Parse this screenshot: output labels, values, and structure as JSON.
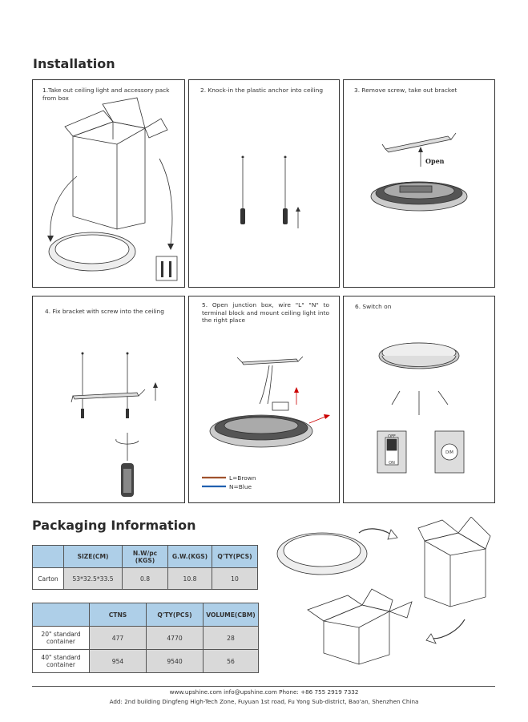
{
  "sections": {
    "installation_title": "Installation",
    "packaging_title": "Packaging Information"
  },
  "steps": [
    {
      "caption": "1.Take out ceiling light and accessory pack from box"
    },
    {
      "caption": "2. Knock-in the plastic anchor into ceiling"
    },
    {
      "caption": "3. Remove screw, take out bracket",
      "label": "Open"
    },
    {
      "caption": "4. Fix bracket with screw into the ceiling"
    },
    {
      "caption": "5. Open junction box, wire \"L\" \"N\" to terminal block and mount ceiling light into the right place",
      "legend_l": "L=Brown",
      "legend_n": "N=Blue"
    },
    {
      "caption": "6. Switch on",
      "switch_off": "OFF",
      "switch_on": "ON",
      "dimmer": "DIM"
    }
  ],
  "table1": {
    "headers": [
      "",
      "SIZE(CM)",
      "N.W/pc (KGS)",
      "G.W.(KGS)",
      "Q'TY(PCS)"
    ],
    "row": [
      "Carton",
      "53*32.5*33.5",
      "0.8",
      "10.8",
      "10"
    ]
  },
  "table2": {
    "headers": [
      "",
      "CTNS",
      "Q'TY(PCS)",
      "VOLUME(CBM)"
    ],
    "rows": [
      [
        "20\" standard container",
        "477",
        "4770",
        "28"
      ],
      [
        "40\" standard container",
        "954",
        "9540",
        "56"
      ]
    ]
  },
  "footer": {
    "contact": "www.upshine.com   info@upshine.com    Phone: +86 755 2919 7332",
    "address": "Add: 2nd building Dingfeng High-Tech Zone, Fuyuan 1st road, Fu Yong Sub-district, Bao'an, Shenzhen China"
  }
}
